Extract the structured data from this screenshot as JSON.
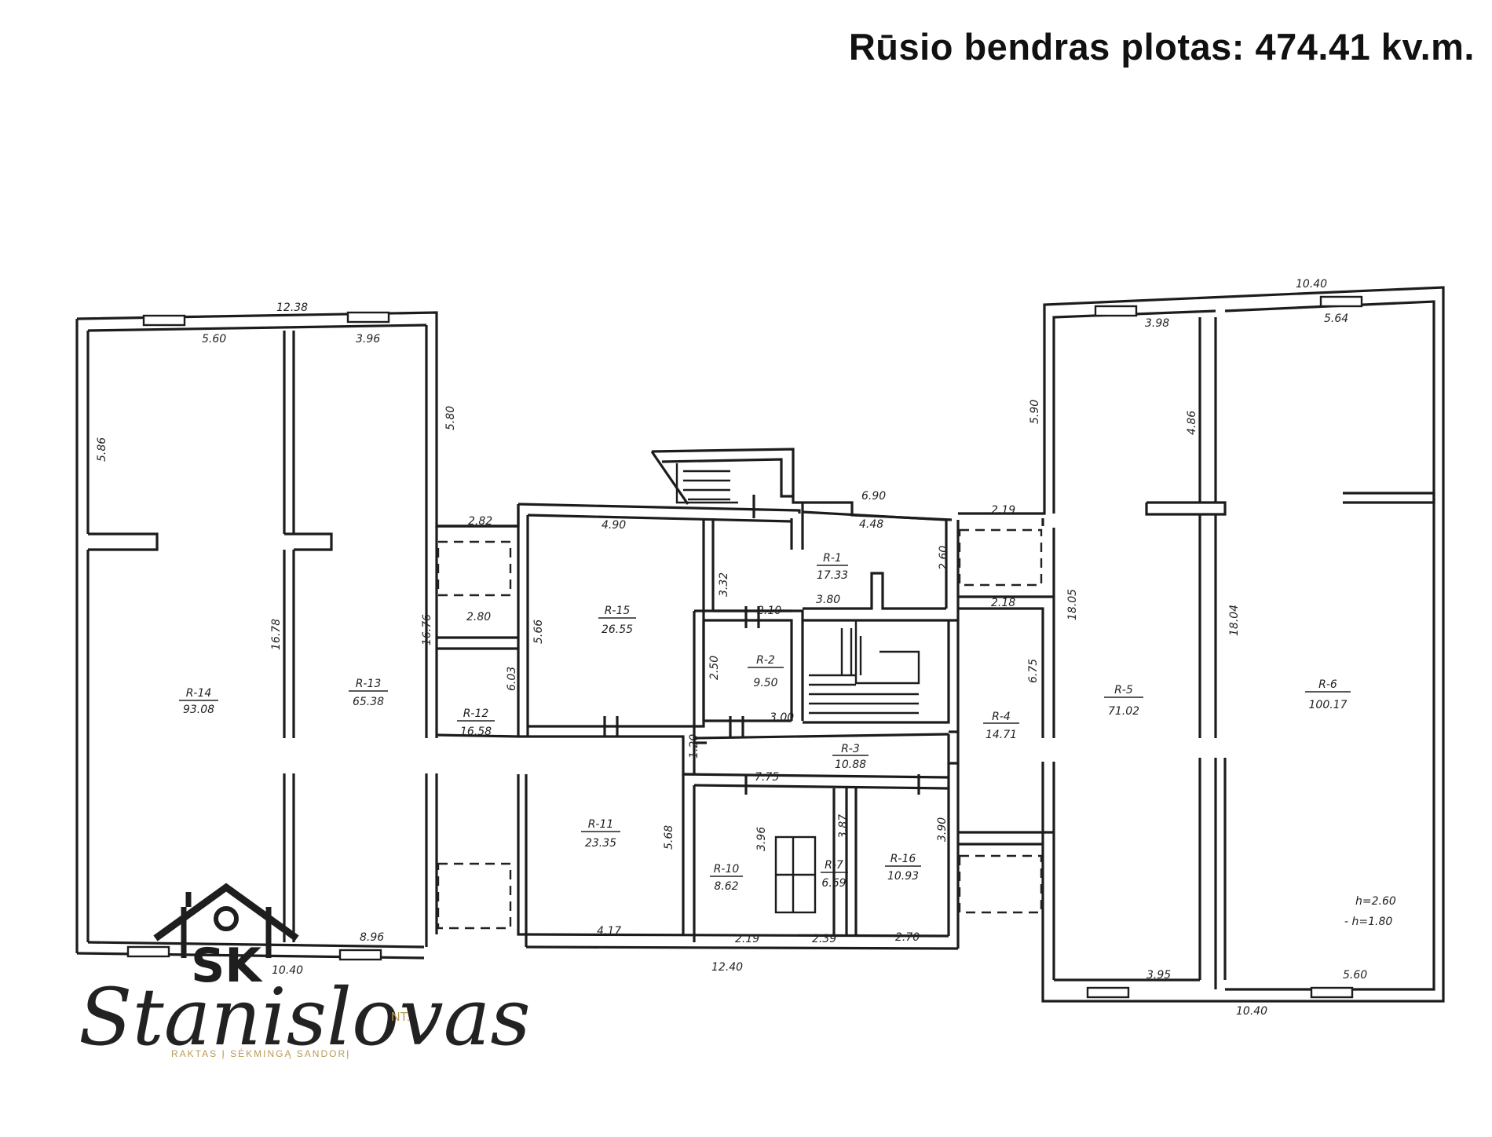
{
  "header": {
    "title": "Rūsio bendras plotas: 474.41 kv.m."
  },
  "rooms": [
    {
      "id": "R-14",
      "area": "93.08"
    },
    {
      "id": "R-13",
      "area": "65.38"
    },
    {
      "id": "R-12",
      "area": "16.58"
    },
    {
      "id": "R-15",
      "area": "26.55"
    },
    {
      "id": "R-1",
      "area": "17.33"
    },
    {
      "id": "R-2",
      "area": "9.50"
    },
    {
      "id": "R-3",
      "area": "10.88"
    },
    {
      "id": "R-4",
      "area": "14.71"
    },
    {
      "id": "R-5",
      "area": "71.02"
    },
    {
      "id": "R-6",
      "area": "100.17"
    },
    {
      "id": "R-11",
      "area": "23.35"
    },
    {
      "id": "R-10",
      "area": "8.62"
    },
    {
      "id": "R-7",
      "area": "6.69"
    },
    {
      "id": "R-16",
      "area": "10.93"
    }
  ],
  "dimensions": [
    "12.38",
    "5.60",
    "3.96",
    "5.86",
    "5.80",
    "16.78",
    "16.76",
    "2.82",
    "2.80",
    "6.03",
    "4.90",
    "5.66",
    "3.32",
    "2.10",
    "4.48",
    "2.60",
    "3.80",
    "2.50",
    "3.00",
    "1.20",
    "7.75",
    "3.96",
    "3.87",
    "3.90",
    "5.68",
    "4.17",
    "2.19",
    "2.39",
    "2.70",
    "12.40",
    "8.96",
    "10.40",
    "2.19",
    "2.18",
    "6.75",
    "18.05",
    "18.04",
    "3.98",
    "5.64",
    "4.86",
    "5.90",
    "10.40",
    "3.95",
    "5.60",
    "10.40",
    "6.90"
  ],
  "notes": {
    "h1": "h=2.60",
    "h2": "- h=1.80"
  },
  "logo": {
    "letters": "SK",
    "script": "Stanislovas",
    "badge": "NT.",
    "tagline": "RAKTAS Į SĖKMINGĄ SANDORĮ"
  }
}
